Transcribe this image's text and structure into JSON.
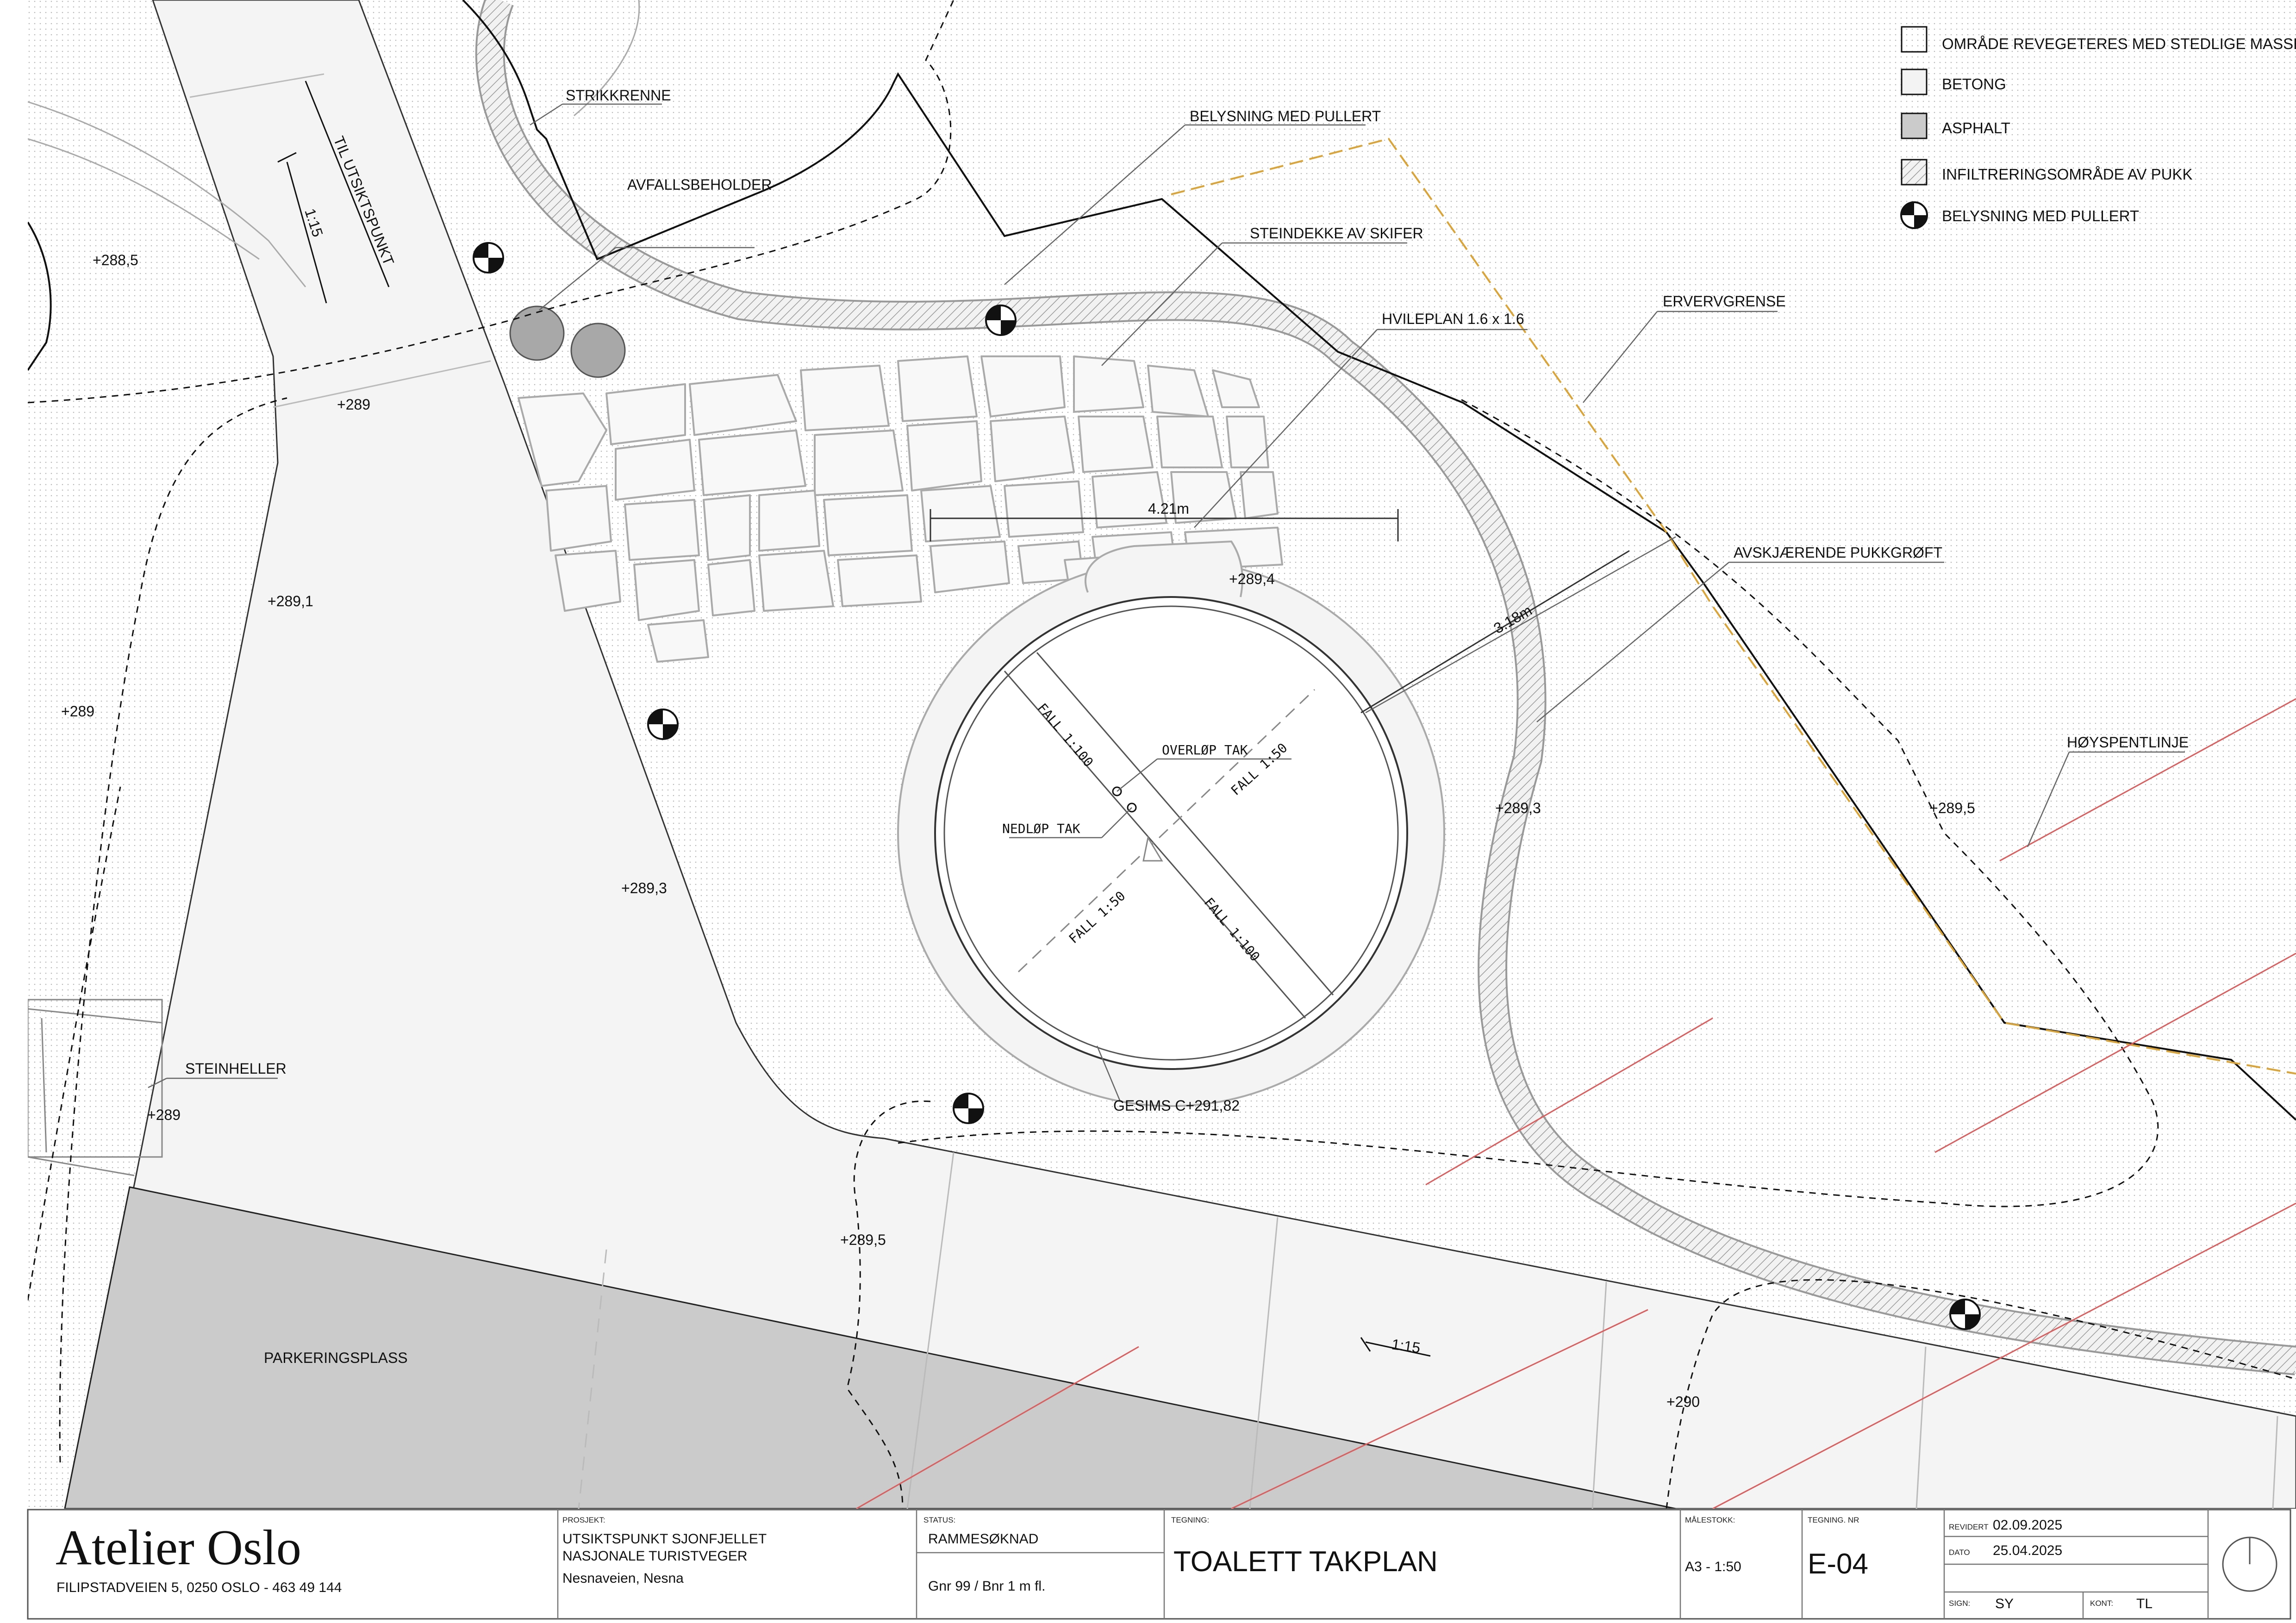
{
  "legend": [
    {
      "label": "OMRÅDE REVEGETERES MED STEDLIGE MASSER",
      "swatch": "dotted"
    },
    {
      "label": "BETONG",
      "swatch": "light"
    },
    {
      "label": "ASPHALT",
      "swatch": "grey"
    },
    {
      "label": "INFILTRERINGSOMRÅDE AV PUKK",
      "swatch": "hatched"
    },
    {
      "label": "BELYSNING MED PULLERT",
      "swatch": "bollard-icon"
    }
  ],
  "labels": {
    "strikkrenne": "STRIKKRENNE",
    "avfallsbeholder": "AVFALLSBEHOLDER",
    "belysning": "BELYSNING MED PULLERT",
    "steindekke": "STEINDEKKE AV SKIFER",
    "hvileplan": "HVILEPLAN 1.6 x 1.6",
    "ervervgrense": "ERVERVGRENSE",
    "avskjaerende": "AVSKJÆRENDE PUKKGRØFT",
    "hoyspent": "HØYSPENTLINJE",
    "steinheller": "STEINHELLER",
    "parkering": "PARKERINGSPLASS",
    "til_utsikt": "TIL UTSIKTSPUNKT",
    "slope_1": "1:15",
    "slope_2": "1:15",
    "gesims": "GESIMS C+291,82",
    "overlop": "OVERLØP TAK",
    "nedlop": "NEDLØP TAK",
    "fall_1": "FALL 1:100",
    "fall_2": "FALL 1:50",
    "fall_3": "FALL 1:50",
    "fall_4": "FALL 1:100",
    "dim_1": "4.21m",
    "dim_2": "3.18m"
  },
  "levels": {
    "l1": "+288,5",
    "l2": "+289",
    "l3": "+289,1",
    "l4": "+289",
    "l5": "+289,4",
    "l6": "+289,3",
    "l7": "+289,3",
    "l8": "+289,5",
    "l9": "+289",
    "l10": "+289,5",
    "l11": "+290"
  },
  "title_block": {
    "company": "Atelier Oslo",
    "address": "FILIPSTADVEIEN 5, 0250 OSLO - 463 49 144",
    "project_label": "PROSJEKT:",
    "project_line1": "UTSIKTSPUNKT SJONFJELLET",
    "project_line2": "NASJONALE TURISTVEGER",
    "project_line3": "Nesnaveien, Nesna",
    "status_label": "STATUS:",
    "status": "RAMMESØKNAD",
    "gnr": "Gnr 99 / Bnr 1 m fl.",
    "drawing_label": "TEGNING:",
    "drawing": "TOALETT TAKPLAN",
    "scale_label": "MÅLESTOKK:",
    "scale": "A3 - 1:50",
    "drawing_no_label": "TEGNING. NR",
    "drawing_no": "E-04",
    "revised_label": "REVIDERT",
    "revised": "02.09.2025",
    "date_label": "DATO",
    "date": "25.04.2025",
    "sign_label": "SIGN:",
    "sign": "SY",
    "kont_label": "KONT:",
    "kont": "TL"
  },
  "colors": {
    "property_line": "#d9a53a",
    "power_line": "#d96060",
    "asphalt": "#cbcbcb",
    "concrete": "#f3f3f3",
    "ink": "#111111"
  }
}
